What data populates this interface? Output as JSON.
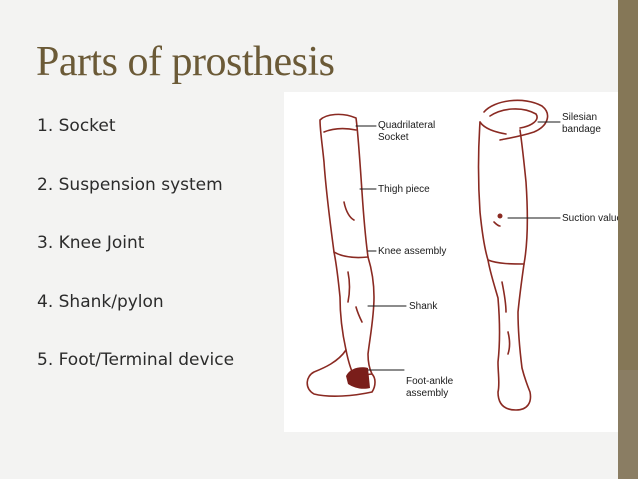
{
  "slide": {
    "title": "Parts of prosthesis",
    "items": [
      "1. Socket",
      "2. Suspension system",
      "3. Knee Joint",
      "4. Shank/pylon",
      "5. Foot/Terminal device"
    ]
  },
  "figure": {
    "labels": {
      "quadrilateral_1": "Quadrilateral",
      "quadrilateral_2": "Socket",
      "thigh_piece": "Thigh piece",
      "knee_assembly": "Knee assembly",
      "shank": "Shank",
      "foot_ankle_1": "Foot-ankle",
      "foot_ankle_2": "assembly",
      "silesian_1": "Silesian",
      "silesian_2": "bandage",
      "suction_valve": "Suction value"
    },
    "colors": {
      "outline": "#8a2a22",
      "foot_fill": "#7a1e1a"
    }
  }
}
